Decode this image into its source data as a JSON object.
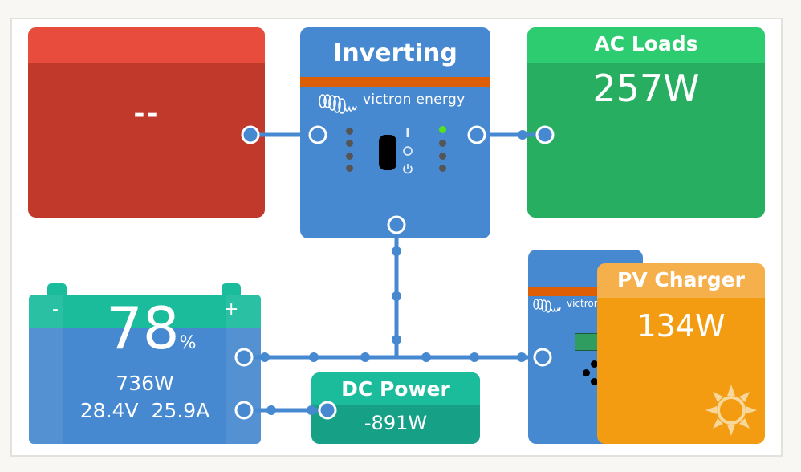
{
  "ac_input": {
    "value": "--",
    "color_header": "#e74c3c",
    "color_body": "#c0392b"
  },
  "inverter": {
    "state": "Inverting",
    "brand": "victron energy",
    "switch_labels": {
      "on": "I",
      "off": "O",
      "standby": "power-icon"
    },
    "left_leds": [
      "off",
      "off",
      "off",
      "off"
    ],
    "right_leds": [
      "on",
      "off",
      "off",
      "off"
    ],
    "led_on_color": "#55e21c",
    "color_body": "#4789d0",
    "color_stripe": "#dd5e04"
  },
  "ac_loads": {
    "title": "AC Loads",
    "value": "257W",
    "color_header": "#2ecc71",
    "color_body": "#27ae60"
  },
  "battery": {
    "soc": "78",
    "soc_unit": "%",
    "power": "736W",
    "voltage": "28.4V",
    "current": "25.9A",
    "minus": "-",
    "plus": "+",
    "color_top": "#1abc9c",
    "color_body": "#4789d0"
  },
  "dc_power": {
    "title": "DC Power",
    "value": "-891W",
    "color_header": "#1abc9c",
    "color_body": "#16a085"
  },
  "mppt": {
    "brand": "victron"
  },
  "pv_charger": {
    "title": "PV Charger",
    "value": "134W",
    "icon": "sun-icon",
    "color_header": "#f5b04c",
    "color_body": "#f39c12"
  },
  "wire_color": "#4789d0"
}
